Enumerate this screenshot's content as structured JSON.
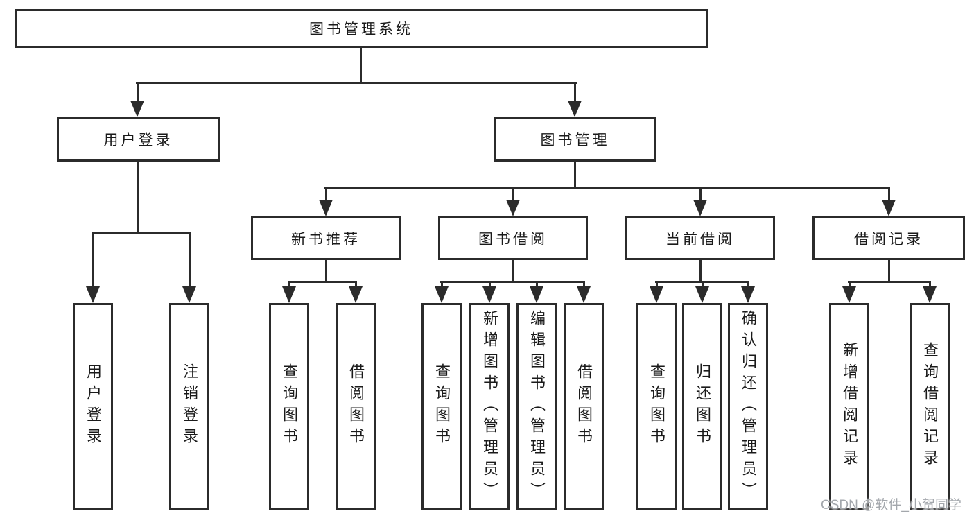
{
  "chart": {
    "type": "org-hierarchy-diagram",
    "root": {
      "label": "图书管理系统"
    },
    "branches": [
      {
        "label": "用户登录",
        "children": [
          {
            "label": "用户登录"
          },
          {
            "label": "注销登录"
          }
        ]
      },
      {
        "label": "图书管理",
        "children": [
          {
            "label": "新书推荐",
            "children": [
              {
                "label": "查询图书"
              },
              {
                "label": "借阅图书"
              }
            ]
          },
          {
            "label": "图书借阅",
            "children": [
              {
                "label": "查询图书"
              },
              {
                "label": "新增图书（管理员）"
              },
              {
                "label": "编辑图书（管理员）"
              },
              {
                "label": "借阅图书"
              }
            ]
          },
          {
            "label": "当前借阅",
            "children": [
              {
                "label": "查询图书"
              },
              {
                "label": "归还图书"
              },
              {
                "label": "确认归还（管理员）"
              }
            ]
          },
          {
            "label": "借阅记录",
            "children": [
              {
                "label": "新增借阅记录"
              },
              {
                "label": "查询借阅记录"
              }
            ]
          }
        ]
      }
    ]
  },
  "watermark": {
    "text": "CSDN @软件_小贺同学"
  },
  "colors": {
    "line": "#2b2b2b",
    "box_border": "#2b2b2b",
    "text": "#1a1a1a",
    "watermark": "#a3a7ac",
    "background": "#ffffff"
  }
}
